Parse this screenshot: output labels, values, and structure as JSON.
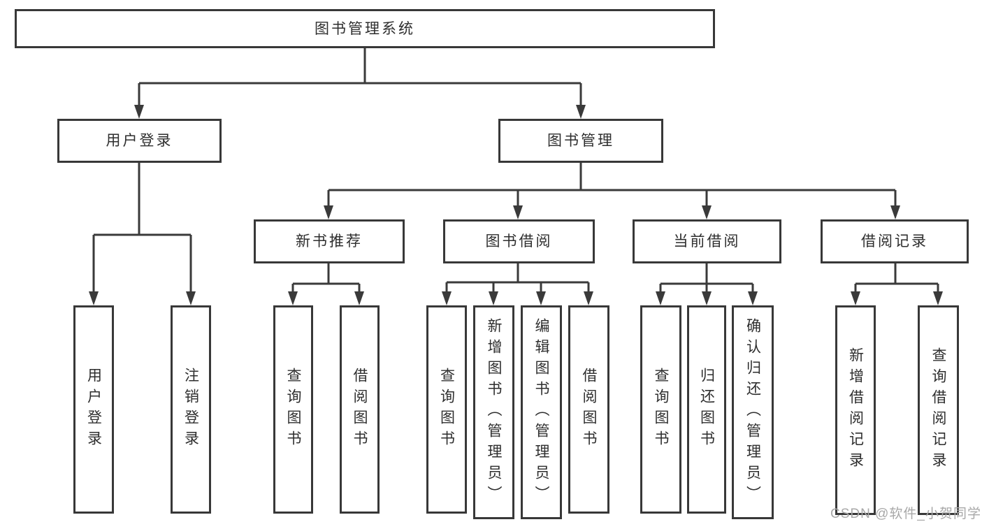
{
  "tree": {
    "label": "图书管理系统",
    "children": [
      {
        "label": "用户登录",
        "children": [
          {
            "label": "用户登录"
          },
          {
            "label": "注销登录"
          }
        ]
      },
      {
        "label": "图书管理",
        "children": [
          {
            "label": "新书推荐",
            "children": [
              {
                "label": "查询图书"
              },
              {
                "label": "借阅图书"
              }
            ]
          },
          {
            "label": "图书借阅",
            "children": [
              {
                "label": "查询图书"
              },
              {
                "label": "新增图书（管理员）"
              },
              {
                "label": "编辑图书（管理员）"
              },
              {
                "label": "借阅图书"
              }
            ]
          },
          {
            "label": "当前借阅",
            "children": [
              {
                "label": "查询图书"
              },
              {
                "label": "归还图书"
              },
              {
                "label": "确认归还（管理员）"
              }
            ]
          },
          {
            "label": "借阅记录",
            "children": [
              {
                "label": "新增借阅记录"
              },
              {
                "label": "查询借阅记录"
              }
            ]
          }
        ]
      }
    ]
  },
  "watermark": "CSDN @软件_小贺同学",
  "colors": {
    "line": "#3a3a3a",
    "border": "#383838",
    "text": "#2e2e2e",
    "background": "#ffffff",
    "watermark": "#a8a8a8"
  }
}
